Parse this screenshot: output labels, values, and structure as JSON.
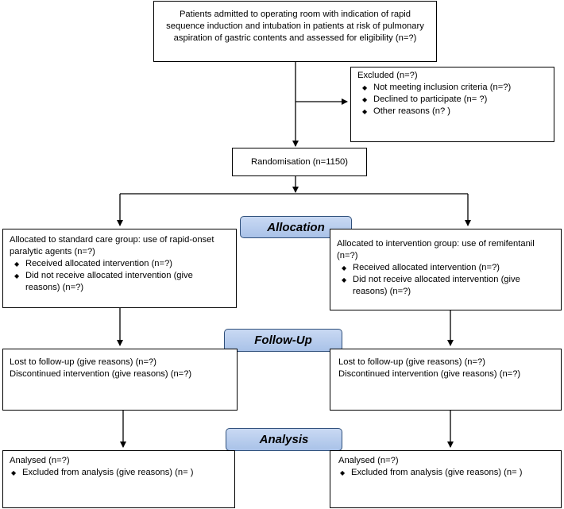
{
  "eligibility": {
    "text": "Patients admitted to operating room with indication of rapid sequence induction and intubation in patients at risk of pulmonary aspiration of gastric contents and assessed for eligibility (n=?)"
  },
  "excluded": {
    "title": "Excluded (n=?)",
    "items": [
      "Not meeting inclusion criteria (n=?)",
      "Declined to participate (n= ?)",
      "Other reasons (n? )"
    ]
  },
  "randomisation": {
    "text": "Randomisation (n=1150)"
  },
  "stages": {
    "allocation": "Allocation",
    "followup": "Follow-Up",
    "analysis": "Analysis"
  },
  "allocation_left": {
    "title": "Allocated to standard care group: use of rapid-onset paralytic agents (n=?)",
    "items": [
      "Received allocated intervention (n=?)",
      "Did not receive allocated intervention (give reasons) (n=?)"
    ]
  },
  "allocation_right": {
    "title": "Allocated to intervention group: use of remifentanil (n=?)",
    "items": [
      "Received allocated intervention (n=?)",
      "Did not receive allocated intervention (give reasons) (n=?)"
    ]
  },
  "followup_left": {
    "lines": [
      "Lost to follow-up (give reasons) (n=?)",
      "Discontinued intervention (give reasons) (n=?)"
    ]
  },
  "followup_right": {
    "lines": [
      "Lost to follow-up (give reasons) (n=?)",
      "Discontinued intervention (give reasons) (n=?)"
    ]
  },
  "analysis_left": {
    "title": "Analysed (n=?)",
    "items": [
      "Excluded from analysis (give reasons) (n=  )"
    ]
  },
  "analysis_right": {
    "title": "Analysed (n=?)",
    "items": [
      "Excluded from analysis (give reasons) (n=  )"
    ]
  },
  "colors": {
    "stage_fill": "#b7cdee",
    "stage_border": "#2f4f7a",
    "line": "#000000"
  },
  "icons": {
    "bullet": "diamond-bullet-icon"
  }
}
